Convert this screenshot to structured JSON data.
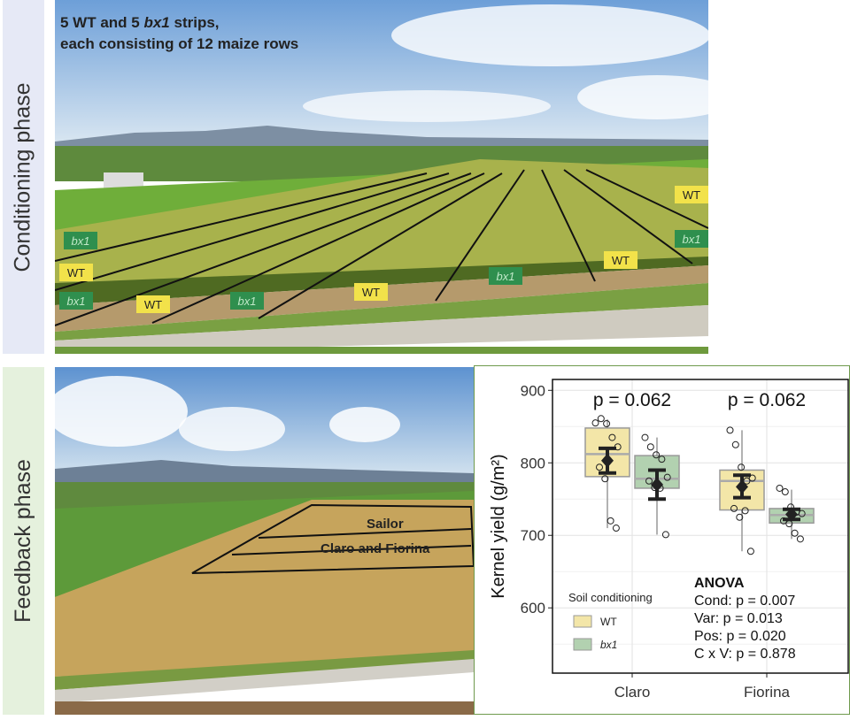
{
  "panels": {
    "top_label": "Conditioning phase",
    "bottom_label": "Feedback phase"
  },
  "top_photo": {
    "caption_line1_a": "5 WT and 5 ",
    "caption_line1_b": "bx1",
    "caption_line1_c": " strips,",
    "caption_line2": "each consisting of 12 maize rows",
    "strip_labels": [
      {
        "text": "bx1",
        "type": "bx1"
      },
      {
        "text": "WT",
        "type": "WT"
      },
      {
        "text": "bx1",
        "type": "bx1"
      },
      {
        "text": "WT",
        "type": "WT"
      },
      {
        "text": "bx1",
        "type": "bx1"
      },
      {
        "text": "WT",
        "type": "WT"
      },
      {
        "text": "bx1",
        "type": "bx1"
      },
      {
        "text": "WT",
        "type": "WT"
      },
      {
        "text": "bx1",
        "type": "bx1"
      },
      {
        "text": "WT",
        "type": "WT"
      }
    ]
  },
  "bottom_photo": {
    "label_sailor": "Sailor",
    "label_claro_fiorina": "Claro and Fiorina"
  },
  "colors": {
    "wt": "#f3e6a8",
    "bx1": "#b2d1b0",
    "wt_chip": "#f2e24a",
    "bx1_chip": "#2f8f4e"
  },
  "chart_data": {
    "type": "box",
    "ylabel": "Kernel yield (g/m²)",
    "ylim": [
      510,
      915
    ],
    "yticks": [
      600,
      700,
      800,
      900
    ],
    "categories": [
      "Claro",
      "Fiorina"
    ],
    "p_values": [
      "p = 0.062",
      "p = 0.062"
    ],
    "legend": {
      "title": "Soil conditioning",
      "entries": [
        "WT",
        "bx1"
      ],
      "position": "bottom-left"
    },
    "anova": {
      "title": "ANOVA",
      "lines": [
        "Cond: p = 0.007",
        "Var: p = 0.013",
        "Pos: p = 0.020",
        "C x V: p = 0.878"
      ]
    },
    "series": [
      {
        "name": "WT",
        "boxes": [
          {
            "cat": "Claro",
            "min": 710,
            "q1": 781,
            "median": 812,
            "q3": 848,
            "max": 860,
            "mean": 803,
            "se_low": 786,
            "se_high": 820,
            "points": [
              855,
              861,
              854,
              835,
              822,
              794,
              778,
              720,
              710
            ]
          },
          {
            "cat": "Fiorina",
            "min": 678,
            "q1": 735,
            "median": 775,
            "q3": 790,
            "max": 845,
            "mean": 767,
            "se_low": 752,
            "se_high": 783,
            "points": [
              845,
              825,
              794,
              775,
              779,
              737,
              725,
              734,
              678
            ]
          }
        ]
      },
      {
        "name": "bx1",
        "boxes": [
          {
            "cat": "Claro",
            "min": 701,
            "q1": 765,
            "median": 778,
            "q3": 810,
            "max": 835,
            "mean": 770,
            "se_low": 750,
            "se_high": 790,
            "points": [
              835,
              822,
              811,
              805,
              780,
              775,
              766,
              765,
              701
            ]
          },
          {
            "cat": "Fiorina",
            "min": 695,
            "q1": 717,
            "median": 728,
            "q3": 737,
            "max": 763,
            "mean": 729,
            "se_low": 722,
            "se_high": 736,
            "points": [
              765,
              760,
              739,
              732,
              730,
              720,
              716,
              703,
              695
            ]
          }
        ]
      }
    ]
  }
}
